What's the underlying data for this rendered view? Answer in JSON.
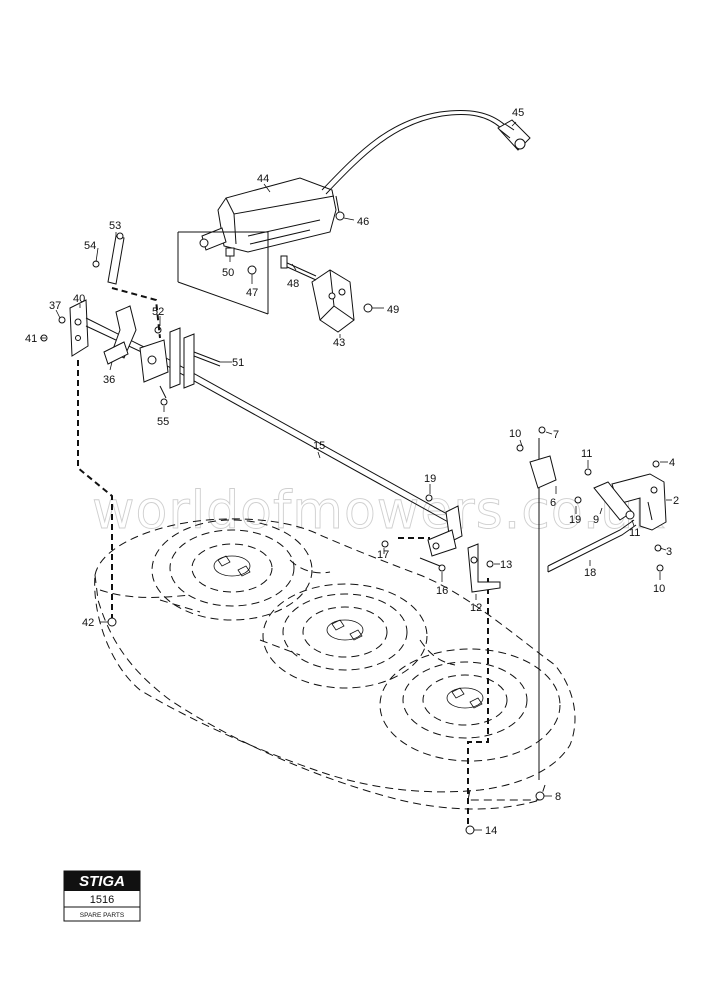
{
  "watermark": "worldofmowers.co.uk",
  "logo": {
    "brand": "STIGA",
    "number": "1516",
    "caption": "SPARE PARTS"
  },
  "callouts": [
    {
      "id": "c45",
      "label": "45"
    },
    {
      "id": "c44",
      "label": "44"
    },
    {
      "id": "c46",
      "label": "46"
    },
    {
      "id": "c53",
      "label": "53"
    },
    {
      "id": "c54",
      "label": "54"
    },
    {
      "id": "c50",
      "label": "50"
    },
    {
      "id": "c47",
      "label": "47"
    },
    {
      "id": "c48",
      "label": "48"
    },
    {
      "id": "c49",
      "label": "49"
    },
    {
      "id": "c43",
      "label": "43"
    },
    {
      "id": "c37",
      "label": "37"
    },
    {
      "id": "c40",
      "label": "40"
    },
    {
      "id": "c41",
      "label": "41"
    },
    {
      "id": "c52",
      "label": "52"
    },
    {
      "id": "c51",
      "label": "51"
    },
    {
      "id": "c36",
      "label": "36"
    },
    {
      "id": "c55",
      "label": "55"
    },
    {
      "id": "c15",
      "label": "15"
    },
    {
      "id": "c10a",
      "label": "10"
    },
    {
      "id": "c7",
      "label": "7"
    },
    {
      "id": "c11a",
      "label": "11"
    },
    {
      "id": "c4",
      "label": "4"
    },
    {
      "id": "c2",
      "label": "2"
    },
    {
      "id": "c6",
      "label": "6"
    },
    {
      "id": "c19a",
      "label": "19"
    },
    {
      "id": "c19b",
      "label": "19"
    },
    {
      "id": "c9",
      "label": "9"
    },
    {
      "id": "c11b",
      "label": "11"
    },
    {
      "id": "c3",
      "label": "3"
    },
    {
      "id": "c10b",
      "label": "10"
    },
    {
      "id": "c17",
      "label": "17"
    },
    {
      "id": "c13",
      "label": "13"
    },
    {
      "id": "c16",
      "label": "16"
    },
    {
      "id": "c12",
      "label": "12"
    },
    {
      "id": "c18",
      "label": "18"
    },
    {
      "id": "c42",
      "label": "42"
    },
    {
      "id": "c8",
      "label": "8"
    },
    {
      "id": "c14",
      "label": "14"
    }
  ]
}
